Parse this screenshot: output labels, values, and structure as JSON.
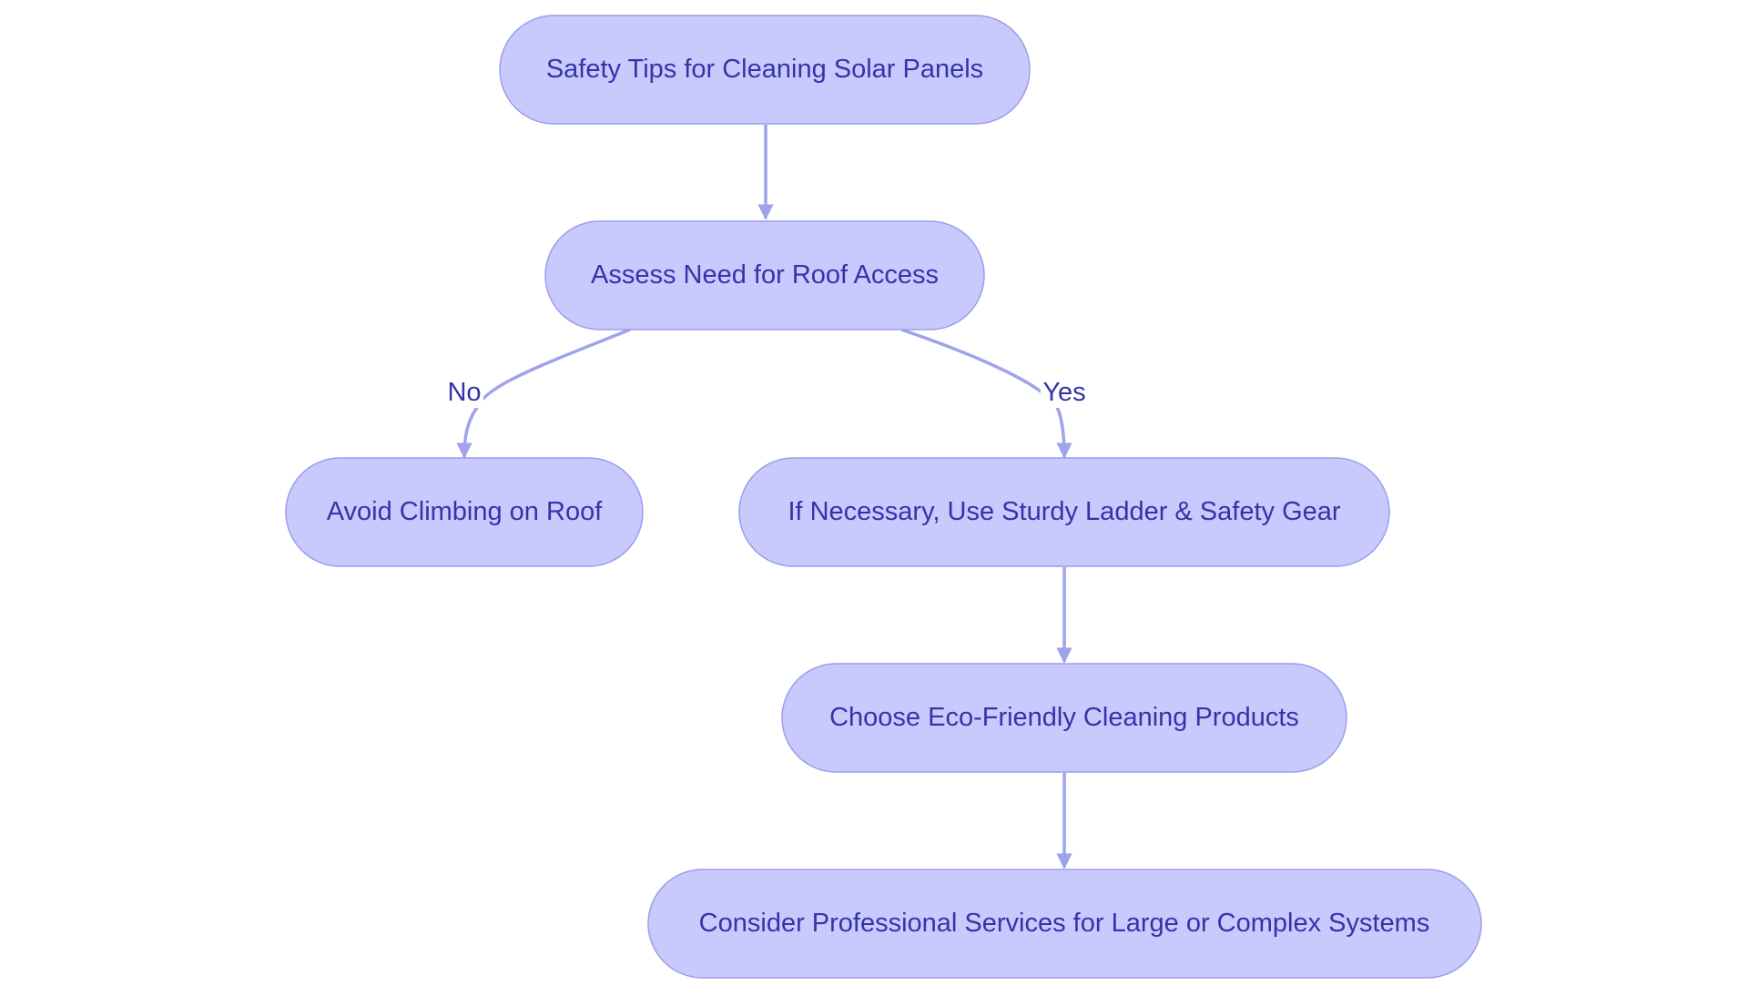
{
  "diagram": {
    "colors": {
      "node_fill": "#c8cafe",
      "node_border": "#9b9ee8",
      "text": "#3434a8",
      "edge": "#9ea3ea"
    },
    "nodes": [
      {
        "id": "safety-tips",
        "label": "Safety Tips for Cleaning Solar Panels"
      },
      {
        "id": "assess-roof",
        "label": "Assess Need for Roof Access"
      },
      {
        "id": "avoid-climbing",
        "label": "Avoid Climbing on Roof"
      },
      {
        "id": "use-ladder",
        "label": "If Necessary, Use Sturdy Ladder & Safety Gear"
      },
      {
        "id": "eco-products",
        "label": "Choose Eco-Friendly Cleaning Products"
      },
      {
        "id": "professional",
        "label": "Consider Professional Services for Large or Complex Systems"
      }
    ],
    "edges": [
      {
        "from": "safety-tips",
        "to": "assess-roof",
        "label": ""
      },
      {
        "from": "assess-roof",
        "to": "avoid-climbing",
        "label": "No"
      },
      {
        "from": "assess-roof",
        "to": "use-ladder",
        "label": "Yes"
      },
      {
        "from": "use-ladder",
        "to": "eco-products",
        "label": ""
      },
      {
        "from": "eco-products",
        "to": "professional",
        "label": ""
      }
    ]
  }
}
